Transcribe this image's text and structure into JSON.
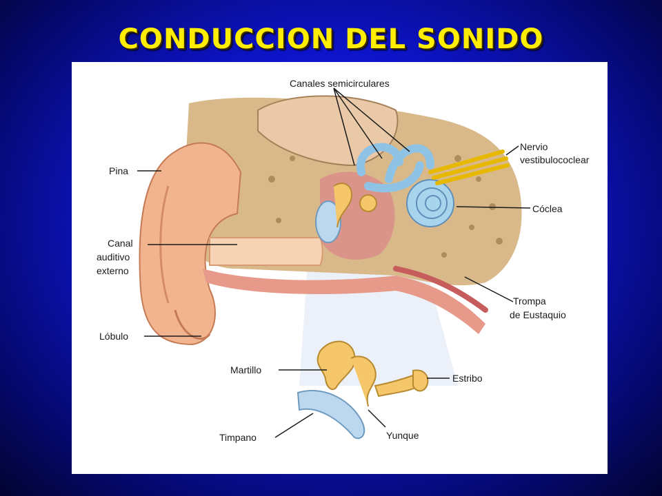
{
  "title": "CONDUCCION DEL SONIDO",
  "labels": {
    "canales": "Canales semicirculares",
    "nervio_1": "Nervio",
    "nervio_2": "vestibulococlear",
    "pina": "Pina",
    "coclea": "Cóclea",
    "canal_1": "Canal",
    "canal_2": "auditivo",
    "canal_3": "externo",
    "trompa_1": "Trompa",
    "trompa_2": "de Eustaquio",
    "lobulo": "Lóbulo",
    "martillo": "Martillo",
    "estribo": "Estribo",
    "timpano": "Timpano",
    "yunque": "Yunque"
  },
  "colors": {
    "background": "#0d14c8",
    "title": "#ffee00",
    "skin": "#f2b48e",
    "bone": "#f0d27a",
    "inner_ear": "#a9d4ee",
    "ossicles": "#f5c66a",
    "tissue": "#c9b08a"
  }
}
